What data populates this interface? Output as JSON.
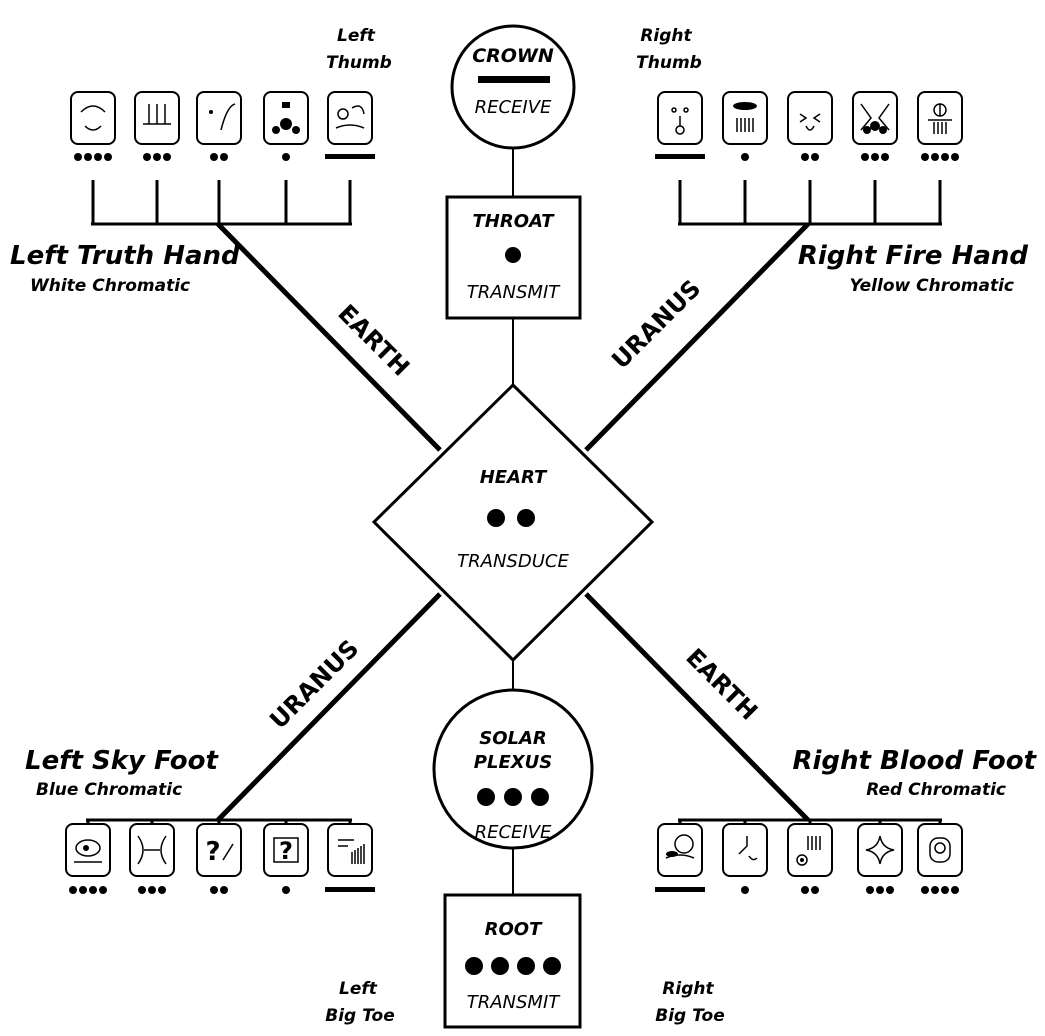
{
  "colors": {
    "ink": "#000000",
    "paper": "#ffffff"
  },
  "center": {
    "crown": {
      "title": "CROWN",
      "subtitle": "RECEIVE",
      "notation": "bar"
    },
    "throat": {
      "title": "THROAT",
      "subtitle": "TRANSMIT",
      "notation": "1 dot"
    },
    "heart": {
      "title": "HEART",
      "subtitle": "TRANSDUCE",
      "notation": "2 dots"
    },
    "solar": {
      "title_line1": "SOLAR",
      "title_line2": "PLEXUS",
      "subtitle": "RECEIVE",
      "notation": "3 dots"
    },
    "root": {
      "title": "ROOT",
      "subtitle": "TRANSMIT",
      "notation": "4 dots"
    }
  },
  "branches": {
    "upper_left": "EARTH",
    "upper_right": "URANUS",
    "lower_left": "URANUS",
    "lower_right": "EARTH"
  },
  "limbs": {
    "left_hand": {
      "name": "Left Truth Hand",
      "chromatic": "White Chromatic",
      "digit_line1": "Left",
      "digit_line2": "Thumb"
    },
    "right_hand": {
      "name": "Right Fire Hand",
      "chromatic": "Yellow Chromatic",
      "digit_line1": "Right",
      "digit_line2": "Thumb"
    },
    "left_foot": {
      "name": "Left Sky Foot",
      "chromatic": "Blue Chromatic",
      "digit_line1": "Left",
      "digit_line2": "Big Toe"
    },
    "right_foot": {
      "name": "Right Blood Foot",
      "chromatic": "Red Chromatic",
      "digit_line1": "Right",
      "digit_line2": "Big Toe"
    }
  },
  "glyph_icons": {
    "left_hand": [
      "wind-glyph-icon",
      "hand-glyph-icon",
      "monkey-glyph-icon",
      "night-glyph-icon",
      "dog-glyph-icon"
    ],
    "right_hand": [
      "sun-glyph-icon",
      "seed-glyph-icon",
      "star-glyph-icon",
      "dragon-glyph-icon",
      "human-glyph-icon"
    ],
    "left_foot": [
      "eagle-glyph-icon",
      "skywalker-glyph-icon",
      "mirror-glyph-icon",
      "storm-glyph-icon",
      "earth-glyph-icon"
    ],
    "right_foot": [
      "moon-glyph-icon",
      "wizard-glyph-icon",
      "serpent-glyph-icon",
      "warrior-glyph-icon",
      "worldbridger-glyph-icon"
    ]
  }
}
